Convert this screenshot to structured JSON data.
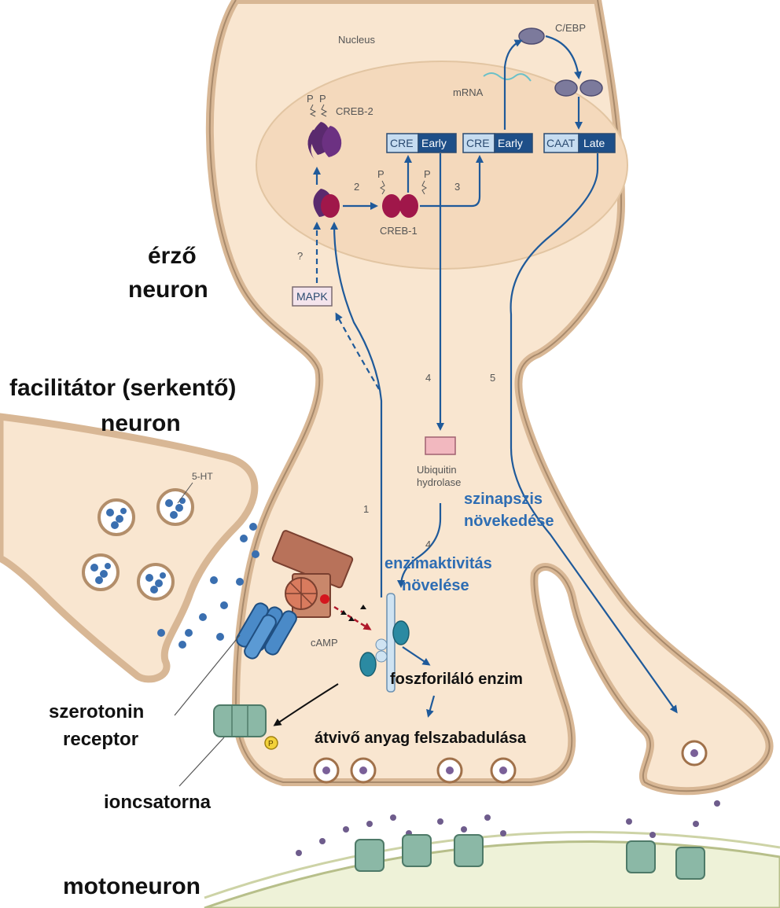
{
  "labels": {
    "nucleus": "Nucleus",
    "cebp": "C/EBP",
    "mrna": "mRNA",
    "creb2": "CREB-2",
    "creb1": "CREB-1",
    "p": "P",
    "cre": "CRE",
    "early": "Early",
    "caat": "CAAT",
    "late": "Late",
    "mapk": "MAPK",
    "question": "?",
    "ubiquitin_line1": "Ubiquitin",
    "ubiquitin_line2": "hydrolase",
    "five_ht": "5-HT",
    "camp": "cAMP",
    "p_circle": "P",
    "step1": "1",
    "step2": "2",
    "step3": "3",
    "step4a": "4",
    "step4b": "4",
    "step5": "5"
  },
  "captions": {
    "erzo_line1": "érző",
    "erzo_line2": "neuron",
    "facilitator_line1": "facilitátor (serkentő)",
    "facilitator_line2": "neuron",
    "szinapszis_line1": "szinapszis",
    "szinapszis_line2": "növekedése",
    "enzim_line1": "enzimaktivitás",
    "enzim_line2": "növelése",
    "foszforilalo": "foszforiláló enzim",
    "atvivo": "átvivő anyag felszabadulása",
    "szerotonin_line1": "szerotonin",
    "szerotonin_line2": "receptor",
    "ioncsatorna": "ioncsatorna",
    "motoneuron": "motoneuron"
  },
  "colors": {
    "cell_fill": "#f9e6d0",
    "cell_stroke": "#d8b795",
    "nucleus_fill": "#f4d9bc",
    "arrow_blue": "#1f5a9a",
    "creb_purple": "#5a2a6e",
    "creb_red": "#a0174a",
    "caption_blue": "#2e6db3",
    "receptor_blue": "#4a8ac8",
    "channel_green": "#8bb8a6",
    "pka_brown": "#b8725a"
  }
}
